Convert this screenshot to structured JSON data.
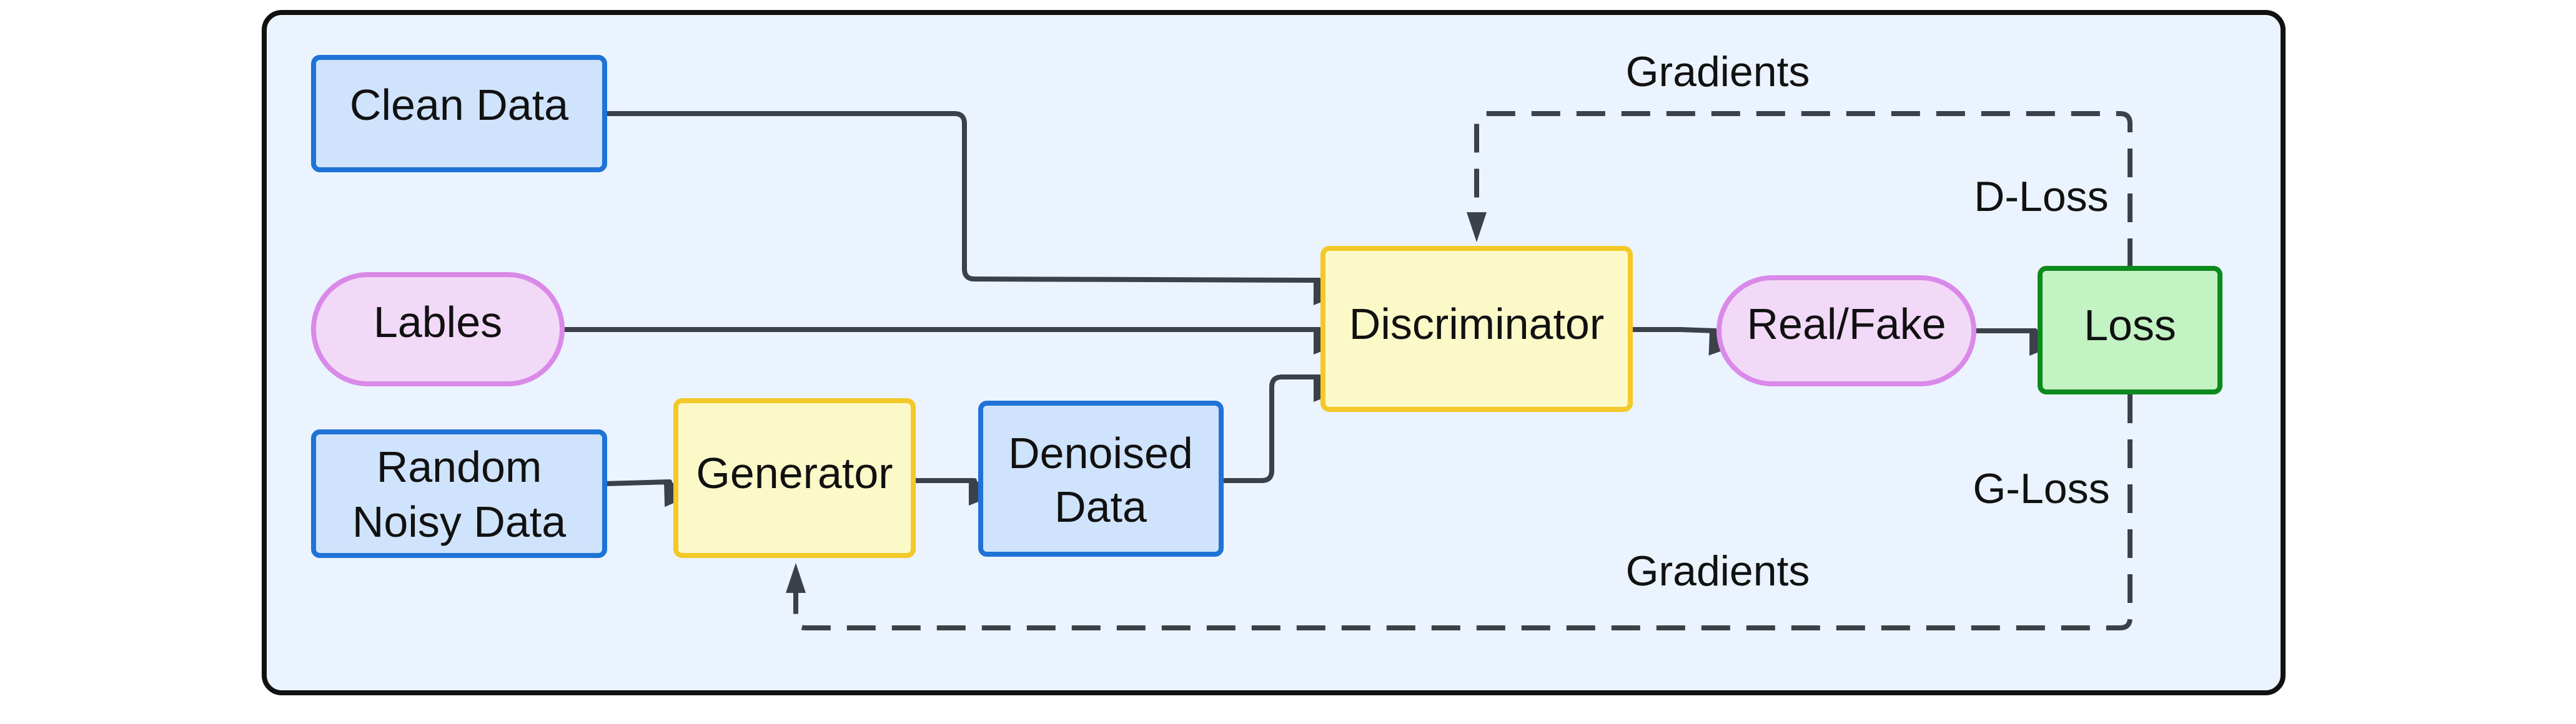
{
  "nodes": {
    "clean_data": {
      "label": "Clean Data",
      "shape": "rectangle",
      "fill": "#cfe3fc",
      "stroke": "#1f73d6"
    },
    "labels": {
      "label": "Lables",
      "shape": "pill",
      "fill": "#f3d9f8",
      "stroke": "#d98ae8"
    },
    "random_noisy_data": {
      "label_line1": "Random",
      "label_line2": "Noisy Data",
      "shape": "rectangle",
      "fill": "#cfe3fc",
      "stroke": "#1f73d6"
    },
    "generator": {
      "label": "Generator",
      "shape": "rectangle",
      "fill": "#fcf9c9",
      "stroke": "#f2c928"
    },
    "denoised_data": {
      "label_line1": "Denoised",
      "label_line2": "Data",
      "shape": "rectangle",
      "fill": "#cfe3fc",
      "stroke": "#1f73d6"
    },
    "discriminator": {
      "label": "Discriminator",
      "shape": "rectangle",
      "fill": "#fcf9c9",
      "stroke": "#f2c928"
    },
    "real_fake": {
      "label": "Real/Fake",
      "shape": "pill",
      "fill": "#f3d9f8",
      "stroke": "#d98ae8"
    },
    "loss": {
      "label": "Loss",
      "shape": "rectangle",
      "fill": "#c3f2c3",
      "stroke": "#0d8a1d"
    }
  },
  "edge_labels": {
    "gradients_top": "Gradients",
    "d_loss": "D-Loss",
    "g_loss": "G-Loss",
    "gradients_bottom": "Gradients"
  },
  "edges": [
    {
      "from": "Clean Data",
      "to": "Discriminator",
      "style": "solid"
    },
    {
      "from": "Lables",
      "to": "Discriminator",
      "style": "solid"
    },
    {
      "from": "Random Noisy Data",
      "to": "Generator",
      "style": "solid"
    },
    {
      "from": "Generator",
      "to": "Denoised Data",
      "style": "solid"
    },
    {
      "from": "Denoised Data",
      "to": "Discriminator",
      "style": "solid"
    },
    {
      "from": "Discriminator",
      "to": "Real/Fake",
      "style": "solid"
    },
    {
      "from": "Real/Fake",
      "to": "Loss",
      "style": "solid"
    },
    {
      "from": "Loss",
      "to": "Discriminator",
      "style": "dashed",
      "label": "D-Loss / Gradients"
    },
    {
      "from": "Loss",
      "to": "Generator",
      "style": "dashed",
      "label": "G-Loss / Gradients"
    }
  ],
  "colors": {
    "frame_fill": "#ebf3fe",
    "frame_stroke": "#111111",
    "edge_color": "#3c4048"
  }
}
